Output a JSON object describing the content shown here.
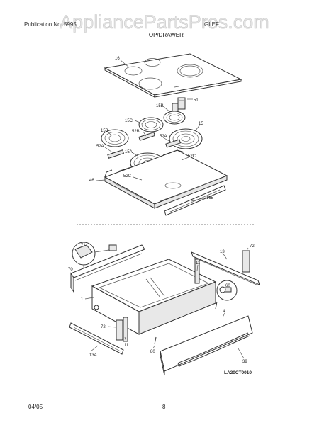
{
  "watermark": "AppliancePartsPros.com",
  "header": {
    "left": "Publication No. 5995",
    "right": "GLEF",
    "section_title": "TOP/DRAWER"
  },
  "parts": {
    "p16": "16",
    "p51": "51",
    "p15B_top": "15B",
    "p15C": "15C",
    "p15": "15",
    "p52A_r": "52A",
    "p52B": "52B",
    "p15B_left": "15B",
    "p52A_l": "52A",
    "p15A": "15A",
    "p52C_r": "52C",
    "p52C_l": "52C",
    "p46": "46",
    "p165": "165",
    "p71": "71",
    "p70": "70",
    "p13": "13",
    "p72_r": "72",
    "p11_r": "11",
    "p60": "60",
    "p1": "1",
    "p4": "4",
    "p72_l": "72",
    "p11_l": "11",
    "p80": "80",
    "p39": "39",
    "p13A": "13A"
  },
  "diagram_code": "LA20CT0010",
  "footer": {
    "date": "04/05",
    "page": "8"
  }
}
